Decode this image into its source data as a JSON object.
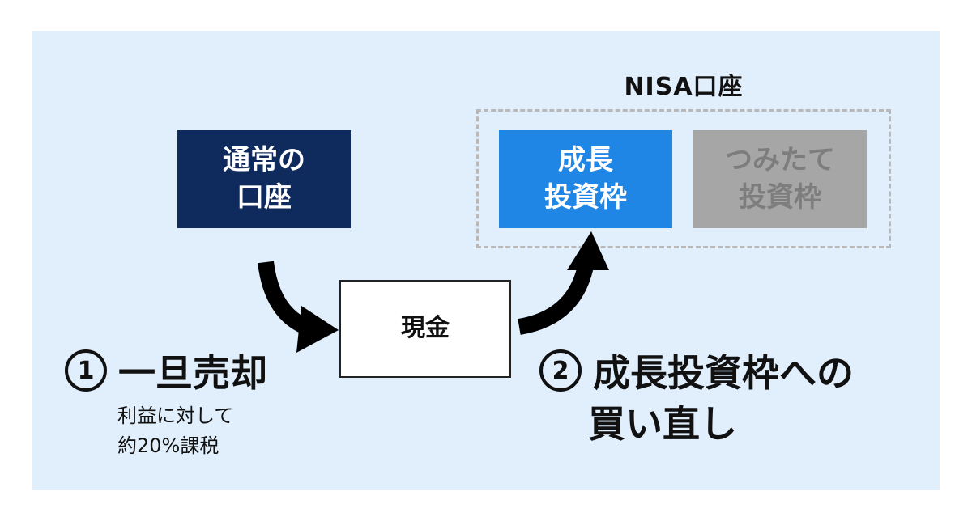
{
  "normal_account": {
    "line1": "通常の",
    "line2": "口座"
  },
  "nisa": {
    "label": "NISA口座",
    "growth": {
      "line1": "成長",
      "line2": "投資枠"
    },
    "tsumitate": {
      "line1": "つみたて",
      "line2": "投資枠"
    }
  },
  "cash": {
    "label": "現金"
  },
  "step1": {
    "number": "1",
    "title": "一旦売却",
    "note_line1": "利益に対して",
    "note_line2": "約20%課税"
  },
  "step2": {
    "number": "2",
    "title_line1": "成長投資枠への",
    "title_line2": "買い直し"
  },
  "colors": {
    "panel_bg": "#e1eefb",
    "normal_account_bg": "#0f2a5c",
    "growth_bg": "#1f86e5",
    "tsumitate_bg": "#a6a6a6",
    "tsumitate_text": "#7d7d7d",
    "arrow": "#000000"
  }
}
